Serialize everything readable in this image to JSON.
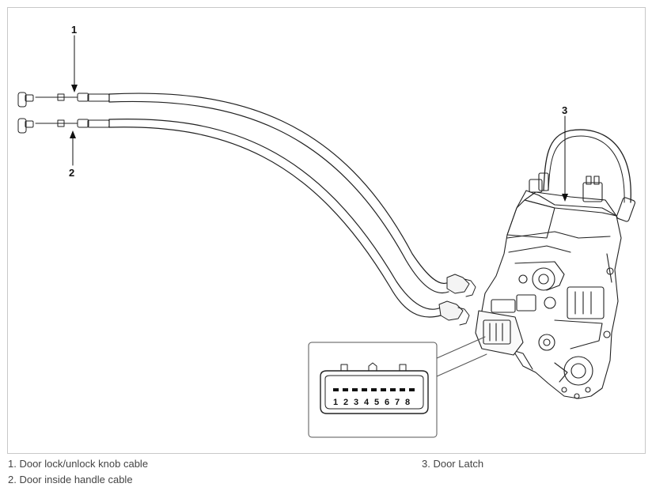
{
  "callouts": {
    "c1": "1",
    "c2": "2",
    "c3": "3"
  },
  "connector_pins": [
    "1",
    "2",
    "3",
    "4",
    "5",
    "6",
    "7",
    "8"
  ],
  "legend": {
    "item1": "1. Door lock/unlock knob cable",
    "item2": "2. Door inside handle cable",
    "item3": "3. Door Latch"
  }
}
